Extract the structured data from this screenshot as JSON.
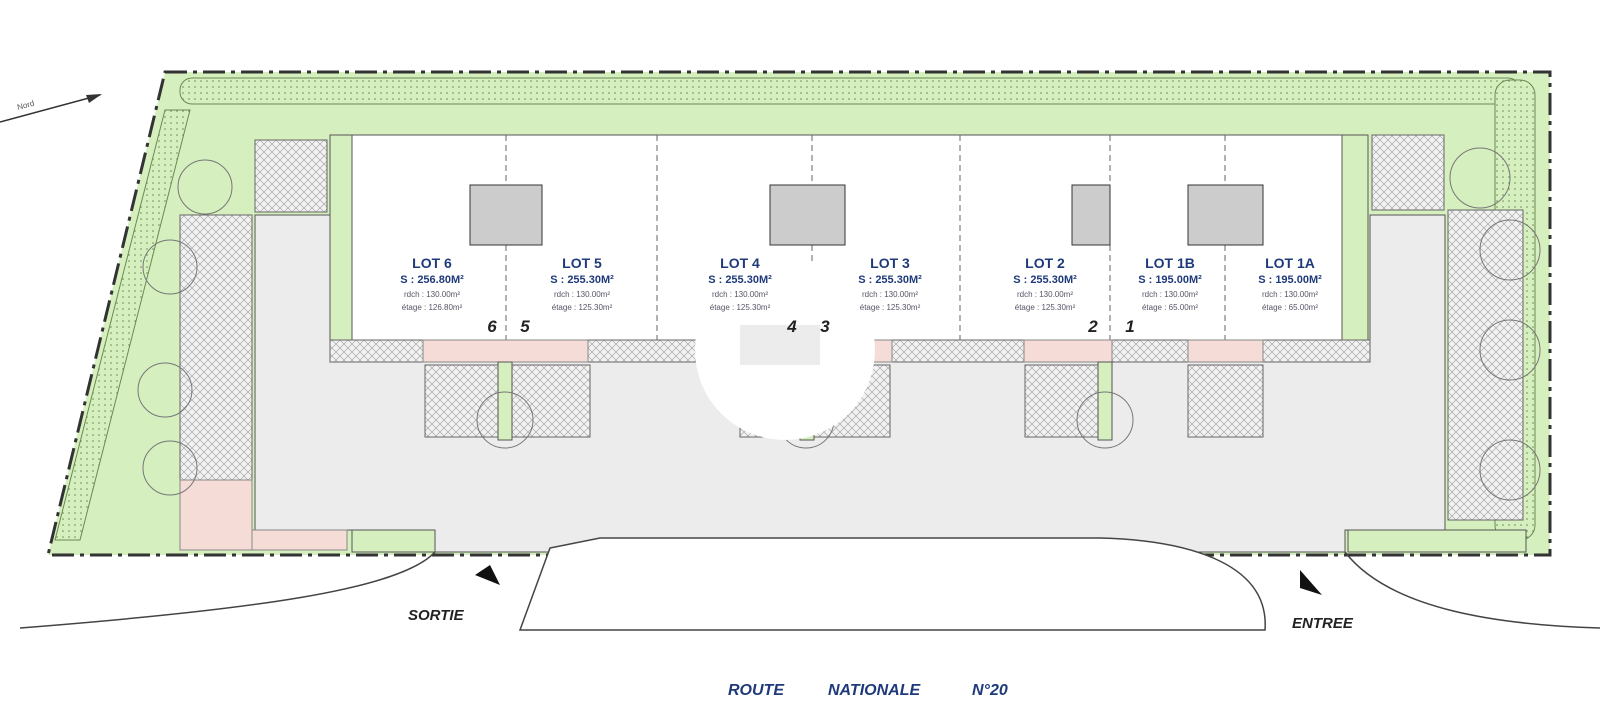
{
  "north_label": "Nord",
  "lots": [
    {
      "name": "LOT 6",
      "surface": "S : 256.80M²",
      "rdch": "rdch : 130.00m²",
      "etage": "étage : 126.80m²",
      "number": "6"
    },
    {
      "name": "LOT 5",
      "surface": "S : 255.30M²",
      "rdch": "rdch : 130.00m²",
      "etage": "étage : 125.30m²",
      "number": "5"
    },
    {
      "name": "LOT 4",
      "surface": "S : 255.30M²",
      "rdch": "rdch : 130.00m²",
      "etage": "étage : 125.30m²",
      "number": "4"
    },
    {
      "name": "LOT 3",
      "surface": "S : 255.30M²",
      "rdch": "rdch : 130.00m²",
      "etage": "étage : 125.30m²",
      "number": "3"
    },
    {
      "name": "LOT 2",
      "surface": "S : 255.30M²",
      "rdch": "rdch : 130.00m²",
      "etage": "étage : 125.30m²",
      "number": "2"
    },
    {
      "name": "LOT 1B",
      "surface": "S : 195.00M²",
      "rdch": "rdch : 130.00m²",
      "etage": "étage : 65.00m²",
      "number": "1"
    },
    {
      "name": "LOT 1A",
      "surface": "S : 195.00M²",
      "rdch": "rdch : 130.00m²",
      "etage": "étage : 65.00m²",
      "number": ""
    }
  ],
  "exit_label": "SORTIE",
  "entry_label": "ENTREE",
  "road_label": [
    "ROUTE",
    "NATIONALE",
    "N°20"
  ],
  "colors": {
    "green": "#d6efbf",
    "pink": "#f6dcd6",
    "paving": "#ececec",
    "text": "#1f3a7a"
  }
}
